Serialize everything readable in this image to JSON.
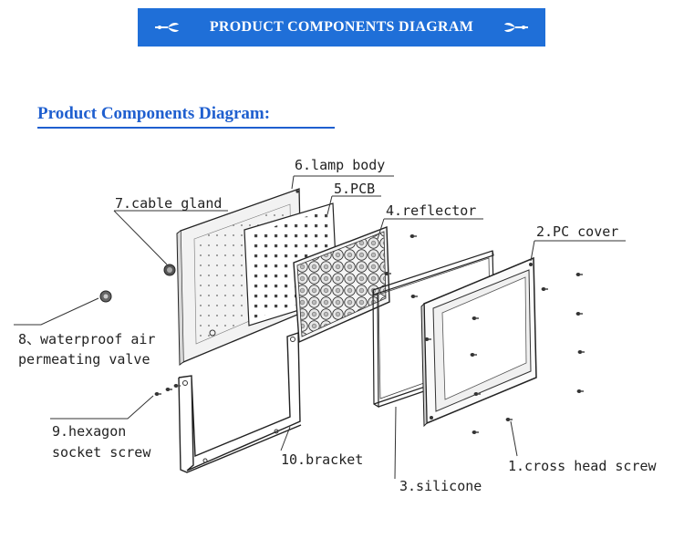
{
  "banner": {
    "title": "PRODUCT COMPONENTS DIAGRAM"
  },
  "section": {
    "title": "Product Components Diagram:"
  },
  "labels": {
    "lamp_body": "6.lamp body",
    "pcb": "5.PCB",
    "cable_gland": "7.cable gland",
    "reflector": "4.reflector",
    "pc_cover": "2.PC cover",
    "valve_line1": "8、waterproof air",
    "valve_line2": "permeating valve",
    "hex_line1": "9.hexagon",
    "hex_line2": "socket screw",
    "bracket": "10.bracket",
    "silicone": "3.silicone",
    "cross_screw": "1.cross head screw"
  },
  "colors": {
    "banner": "#1f6fd8",
    "title": "#1f5fcf",
    "ink": "#222222"
  }
}
